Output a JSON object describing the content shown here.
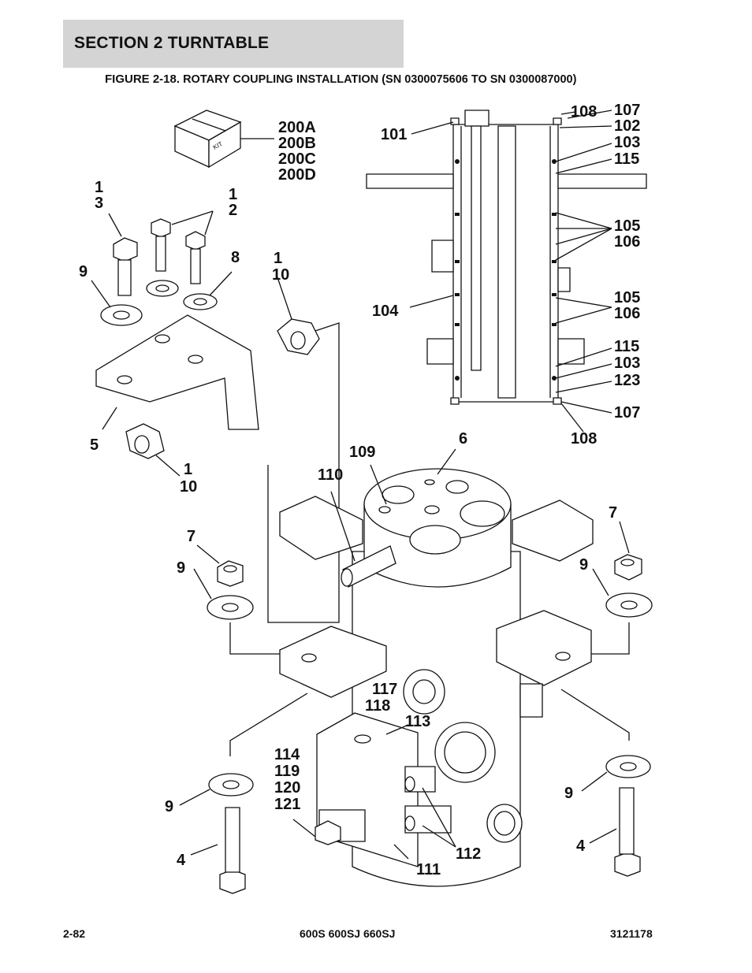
{
  "header": {
    "section": "SECTION 2   TURNTABLE"
  },
  "figure": {
    "number": "FIGURE 2-18.",
    "title": "ROTARY COUPLING INSTALLATION (SN 0300075606 TO SN 0300087000)"
  },
  "kit_label": "KIT",
  "callouts": [
    "200A",
    "200B",
    "200C",
    "200D",
    "1",
    "3",
    "1",
    "2",
    "9",
    "8",
    "1",
    "10",
    "5",
    "1",
    "10",
    "6",
    "109",
    "110",
    "7",
    "9",
    "7",
    "9",
    "117",
    "118",
    "113",
    "114",
    "119",
    "120",
    "121",
    "9",
    "4",
    "112",
    "111",
    "9",
    "4",
    "101",
    "108",
    "107",
    "102",
    "103",
    "115",
    "105",
    "106",
    "104",
    "105",
    "106",
    "115",
    "103",
    "123",
    "107",
    "108"
  ],
  "footer": {
    "page": "2-82",
    "models": "600S 600SJ 660SJ",
    "doc_number": "3121178"
  }
}
